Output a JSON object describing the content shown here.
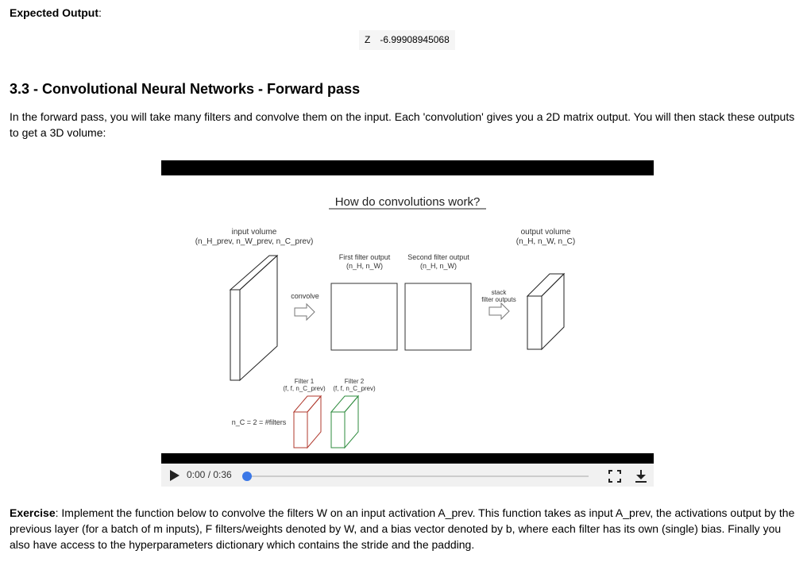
{
  "expected": {
    "label": "Expected Output",
    "suffix": ":"
  },
  "z_table": {
    "name": "Z",
    "value": "-6.99908945068"
  },
  "section": {
    "heading": "3.3 - Convolutional Neural Networks - Forward pass",
    "paragraph": "In the forward pass, you will take many filters and convolve them on the input. Each 'convolution' gives you a 2D matrix output. You will then stack these outputs to get a 3D volume:"
  },
  "diagram": {
    "title": "How do convolutions work?",
    "input_label_1": "input volume",
    "input_label_2": "(n_H_prev, n_W_prev, n_C_prev)",
    "output_label_1": "output volume",
    "output_label_2": "(n_H, n_W, n_C)",
    "first_filter_1": "First filter output",
    "first_filter_2": "(n_H, n_W)",
    "second_filter_1": "Second filter output",
    "second_filter_2": "(n_H, n_W)",
    "convolve": "convolve",
    "stack_1": "stack",
    "stack_2": "filter outputs",
    "filter1_1": "Filter 1",
    "filter1_2": "(f, f, n_C_prev)",
    "filter2_1": "Filter 2",
    "filter2_2": "(f, f, n_C_prev)",
    "nc_label": "n_C = 2 = #filters",
    "colors": {
      "filter1": "#b03a2e",
      "filter2": "#2e8b3e"
    }
  },
  "player": {
    "time": "0:00 / 0:36",
    "progress": 0
  },
  "exercise": {
    "label": "Exercise",
    "text": ": Implement the function below to convolve the filters W on an input activation A_prev. This function takes as input A_prev, the activations output by the previous layer (for a batch of m inputs), F filters/weights denoted by W, and a bias vector denoted by b, where each filter has its own (single) bias. Finally you also have access to the hyperparameters dictionary which contains the stride and the padding."
  }
}
